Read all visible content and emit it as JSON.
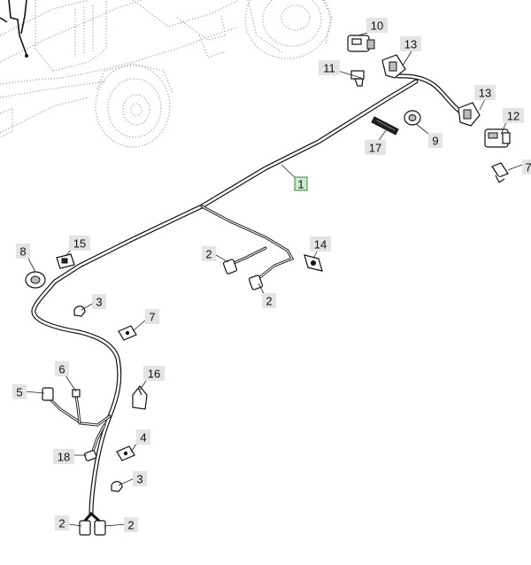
{
  "callouts": {
    "c1": "1",
    "c2a": "2",
    "c2b": "2",
    "c2c": "2",
    "c2d": "2",
    "c3a": "3",
    "c3b": "3",
    "c4": "4",
    "c5": "5",
    "c6": "6",
    "c7": "7",
    "c8": "8",
    "c9": "9",
    "c10": "10",
    "c11": "11",
    "c12": "12",
    "c13a": "13",
    "c13b": "13",
    "c14": "14",
    "c15": "15",
    "c16": "16",
    "c17": "17",
    "c18": "18",
    "c7b": "7"
  }
}
